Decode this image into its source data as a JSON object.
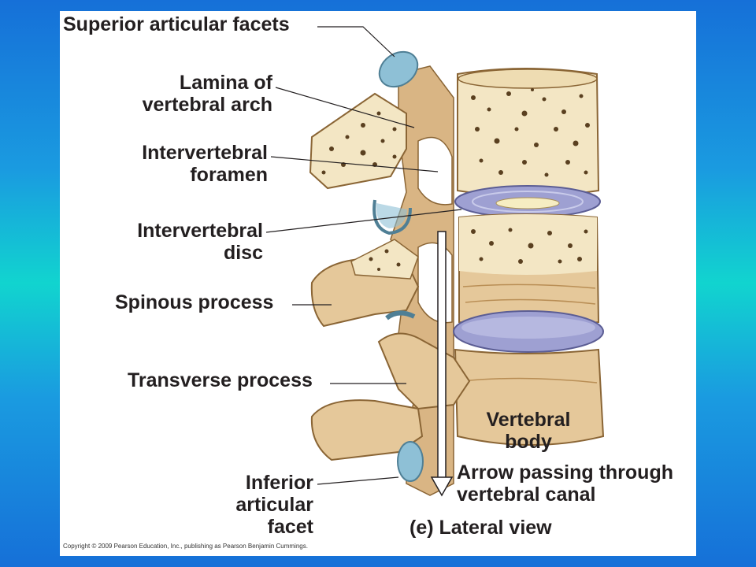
{
  "labels": {
    "superior_articular_facets": "Superior articular facets",
    "lamina": "Lamina of\nvertebral arch",
    "intervertebral_foramen": "Intervertebral\nforamen",
    "intervertebral_disc": "Intervertebral\ndisc",
    "spinous_process": "Spinous process",
    "transverse_process": "Transverse process",
    "inferior_articular_facet": "Inferior\narticular\nfacet",
    "vertebral_body": "Vertebral\nbody",
    "arrow_label": "Arrow passing through\nvertebral canal",
    "view_caption": "(e) Lateral view"
  },
  "copyright": "Copyright © 2009 Pearson Education, Inc., publishing as Pearson Benjamin Cummings.",
  "colors": {
    "bone": "#e5c89a",
    "bone_shadow": "#b98e55",
    "cancellous": "#f3e6c4",
    "facet": "#8ec0d6",
    "disc": "#9ea0d2",
    "disc_core": "#f6edc2",
    "background_outer": "#1a9be0",
    "panel": "#ffffff"
  }
}
